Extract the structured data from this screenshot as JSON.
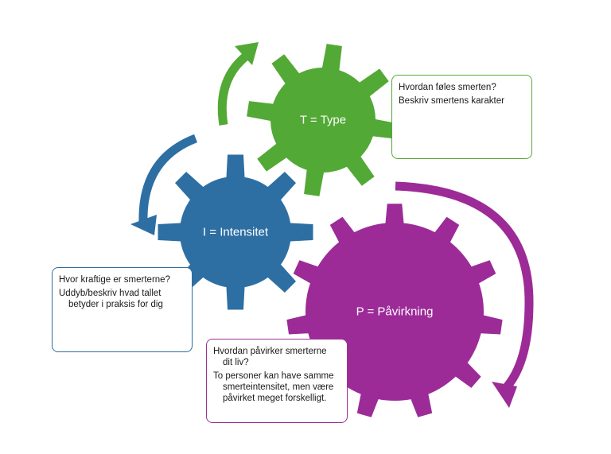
{
  "gears": {
    "type": {
      "label": "T = Type",
      "color": "#52a935"
    },
    "intensitet": {
      "label": "I = Intensitet",
      "color": "#2e6fa3"
    },
    "pavirkning": {
      "label": "P = Påvirkning",
      "color": "#9c2b98"
    }
  },
  "boxes": {
    "type": {
      "line1": "Hvordan føles smerten?",
      "line2": "Beskriv smertens karakter"
    },
    "intensitet": {
      "line1": "Hvor kraftige er smerterne?",
      "line2a": "Uddyb/beskriv hvad tallet",
      "line2b": "betyder i praksis for dig"
    },
    "pavirkning": {
      "line1a": "Hvordan påvirker smerterne",
      "line1b": "dit liv?",
      "line2a": "To personer kan have samme",
      "line2b": "smerteintensitet, men være",
      "line2c": "påvirket meget forskelligt."
    }
  }
}
